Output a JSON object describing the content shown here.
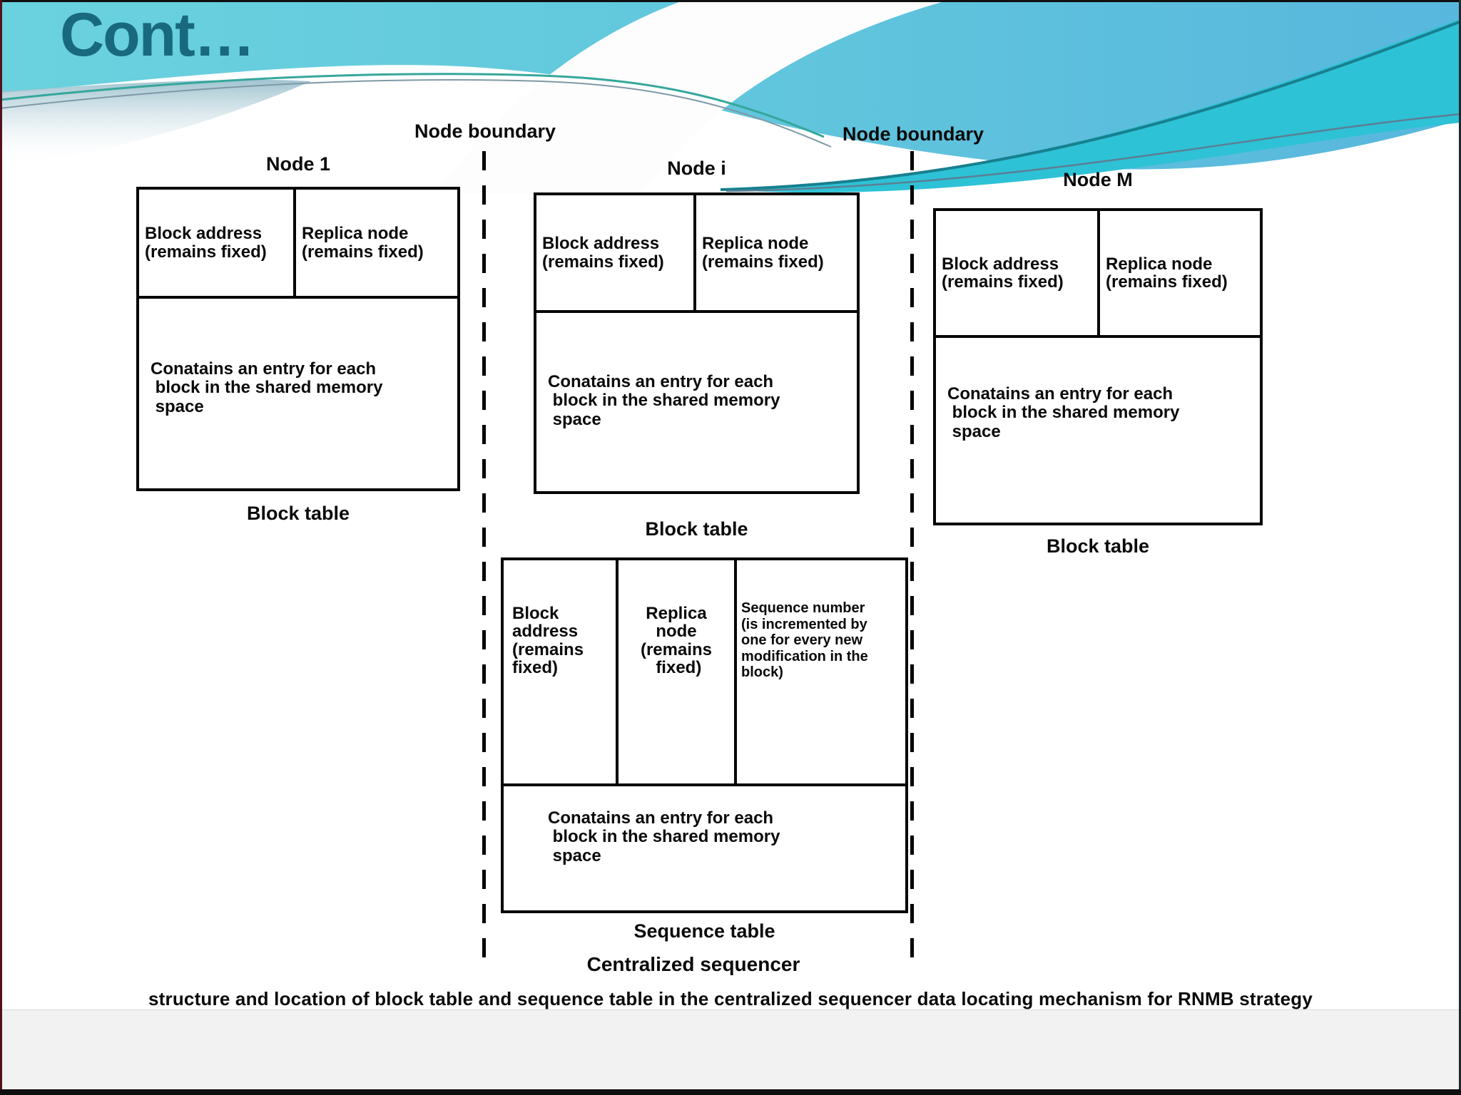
{
  "page": {
    "title": "Cont…",
    "caption": "structure and location of block table and sequence table in the centralized sequencer data locating mechanism for RNMB strategy",
    "colors": {
      "title_teal": "#19697e",
      "header_cyan_left": "#6ad2de",
      "header_blue_right": "#58b7dd",
      "wave_bright_cyan": "#2ec2d6",
      "wave_edge_teal": "#17808f",
      "diagram_ink": "#0a0a0a"
    }
  },
  "diagram": {
    "boundary_label_1": "Node boundary",
    "boundary_label_2": "Node boundary",
    "nodes": [
      {
        "title": "Node 1",
        "col1": "Block address\n(remains fixed)",
        "col2": "Replica node\n(remains fixed)",
        "body": "Conatains an entry for each\n block in the shared memory\n space",
        "table_label": "Block table"
      },
      {
        "title": "Node i",
        "col1": "Block address\n(remains fixed)",
        "col2": "Replica node\n(remains fixed)",
        "body": "Conatains an entry for each\n block in the shared memory\n space",
        "table_label": "Block table"
      },
      {
        "title": "Node M",
        "col1": "Block address\n(remains fixed)",
        "col2": "Replica node\n(remains fixed)",
        "body": "Conatains an entry for each\n block in the shared memory\n space",
        "table_label": "Block table"
      }
    ],
    "sequencer": {
      "col1": "Block\naddress\n(remains\nfixed)",
      "col2": "Replica\nnode\n(remains\n fixed)",
      "col3": "Sequence number\n(is incremented by\none for every new\nmodification in the\nblock)",
      "body": "Conatains an entry for each\n block in the shared memory\n space",
      "table_label": "Sequence table",
      "group_label": "Centralized sequencer"
    }
  }
}
